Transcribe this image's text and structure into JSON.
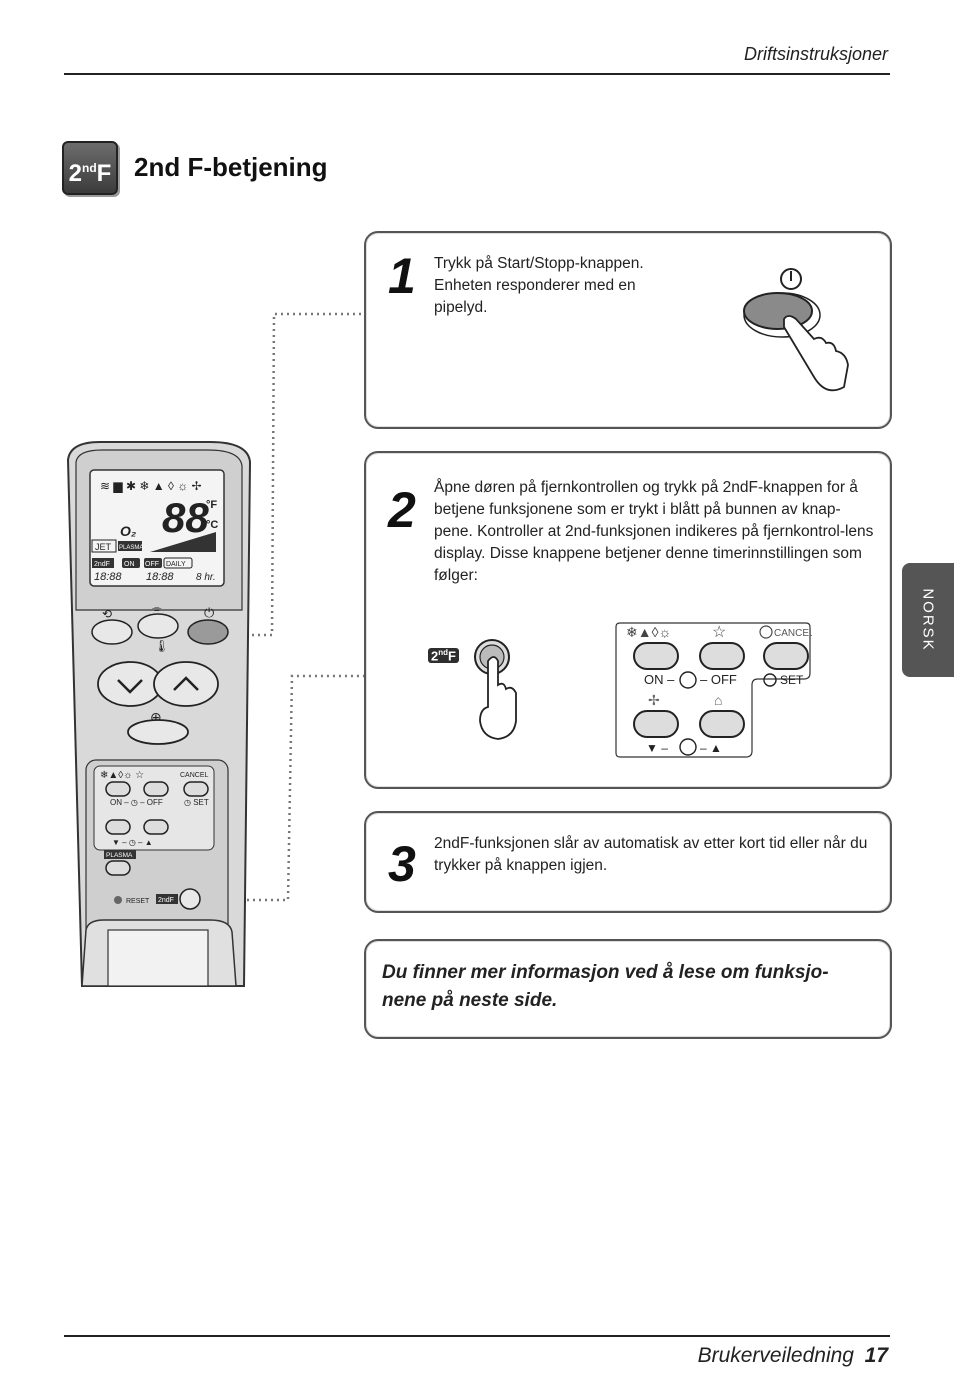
{
  "header": {
    "title": "Driftsinstruksjoner"
  },
  "section": {
    "icon_label_main": "2",
    "icon_label_sup": "nd",
    "icon_label_end": "F",
    "title": "2nd F-betjening"
  },
  "steps": [
    {
      "number": "1",
      "text": "Trykk på Start/Stopp-knappen.\nEnheten responderer med en pipelyd."
    },
    {
      "number": "2",
      "text": "Åpne døren på fjernkontrollen og trykk på 2ndF-knappen for å betjene funksjonene som er trykt i blått på bunnen av knap-pene. Kontroller at 2nd-funksjonen indikeres på fjernkontrol-lens display. Disse knappene betjener denne timerinnstillingen som følger:"
    },
    {
      "number": "3",
      "text": "2ndF-funksjonen slår av automatisk av etter kort tid eller når du trykker på knappen igjen."
    }
  ],
  "note": "Du finner mer informasjon ved å lese om funksjo-nene på neste side.",
  "side_tab": "NORSK",
  "footer": {
    "title": "Brukerveiledning",
    "page": "17"
  },
  "remote": {
    "display": {
      "digits": "88",
      "unit_f": "°F",
      "unit_c": "°C",
      "jet": "JET",
      "plasma": "PLASMA",
      "on": "ON",
      "off": "OFF",
      "daily": "DAILY",
      "second_f": "2ndF",
      "timer_a": "18:88",
      "timer_b": "18:88",
      "hours": "8 hr.",
      "o2": "O₂"
    },
    "panel": {
      "cancel": "CANCEL",
      "on_off": "ON – ◷ – OFF",
      "set": "◷ SET",
      "down_up": "▼ – ◷ – ▲",
      "plasma": "PLASMA",
      "reset": "RESET",
      "second_f": "2ndF"
    }
  },
  "step2_panel": {
    "cancel": "CANCEL",
    "on": "ON –",
    "off": "– OFF",
    "set": "SET",
    "down": "▼ –",
    "up": "– ▲",
    "second_f_main": "2",
    "second_f_sup": "nd",
    "second_f_end": "F"
  }
}
